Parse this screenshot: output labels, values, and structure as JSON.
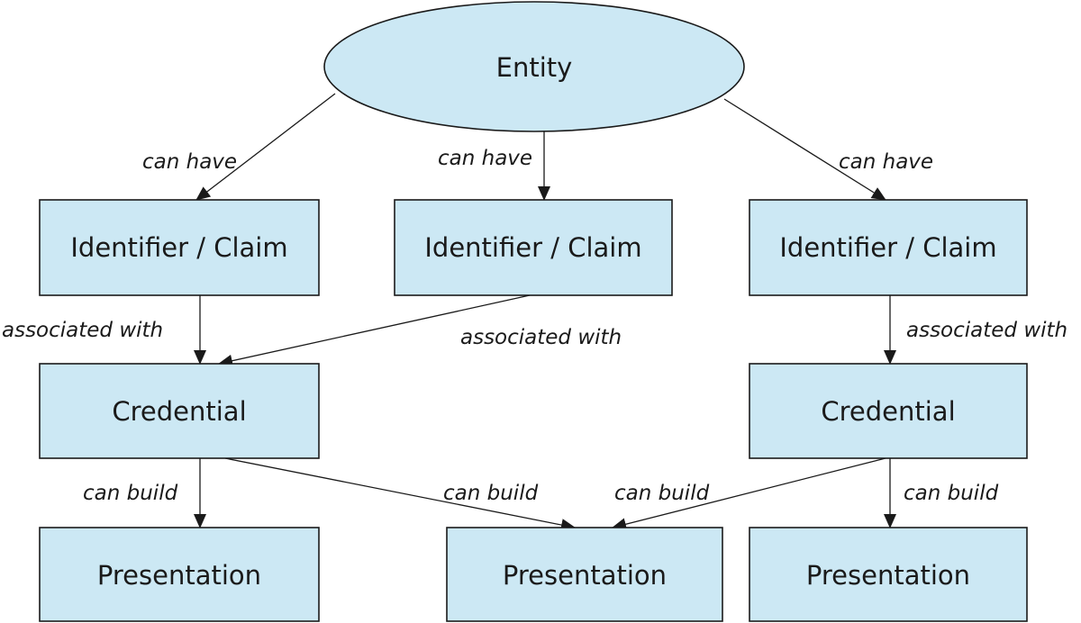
{
  "colors": {
    "node_fill": "#cce8f4",
    "stroke": "#1a1a1a"
  },
  "nodes": {
    "entity": "Entity",
    "identifier_left": "Identifier /  Claim",
    "identifier_center": "Identifier /  Claim",
    "identifier_right": "Identifier /  Claim",
    "credential_left": "Credential",
    "credential_right": "Credential",
    "presentation_left": "Presentation",
    "presentation_center": "Presentation",
    "presentation_right": "Presentation"
  },
  "edges": {
    "entity_to_identifier_left": "can have",
    "entity_to_identifier_center": "can have",
    "entity_to_identifier_right": "can have",
    "identifier_left_to_credential_left": "associated with",
    "identifier_center_to_credential_left": "associated with",
    "identifier_right_to_credential_right": "associated with",
    "credential_left_to_presentation_left": "can build",
    "credential_left_to_presentation_center": "can build",
    "credential_right_to_presentation_center": "can build",
    "credential_right_to_presentation_right": "can build"
  }
}
